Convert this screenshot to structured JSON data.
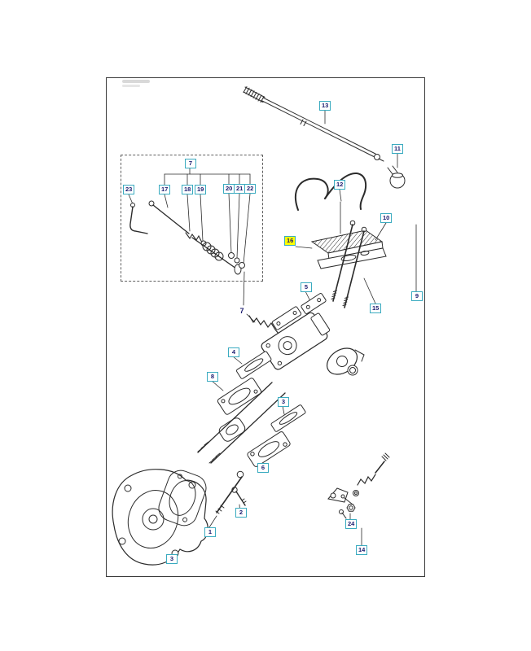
{
  "diagram": {
    "type": "exploded-parts-diagram",
    "colors": {
      "label_border": "#3aabc0",
      "label_text": "#1a1a6e",
      "highlight_bg": "#ffff00",
      "line": "#2b2b2b"
    },
    "labels": {
      "p13": "13",
      "p11": "11",
      "p12": "12",
      "p10": "10",
      "p16": "16",
      "p9": "9",
      "p15": "15",
      "p7_group": "7",
      "p23": "23",
      "p17": "17",
      "p18": "18",
      "p19": "19",
      "p20": "20",
      "p21": "21",
      "p22": "22",
      "p5": "5",
      "p7_spring": "7",
      "p4": "4",
      "p8": "8",
      "p3_upper": "3",
      "p6": "6",
      "p2": "2",
      "p1": "1",
      "p3_lower": "3",
      "p24": "24",
      "p14": "14"
    }
  }
}
